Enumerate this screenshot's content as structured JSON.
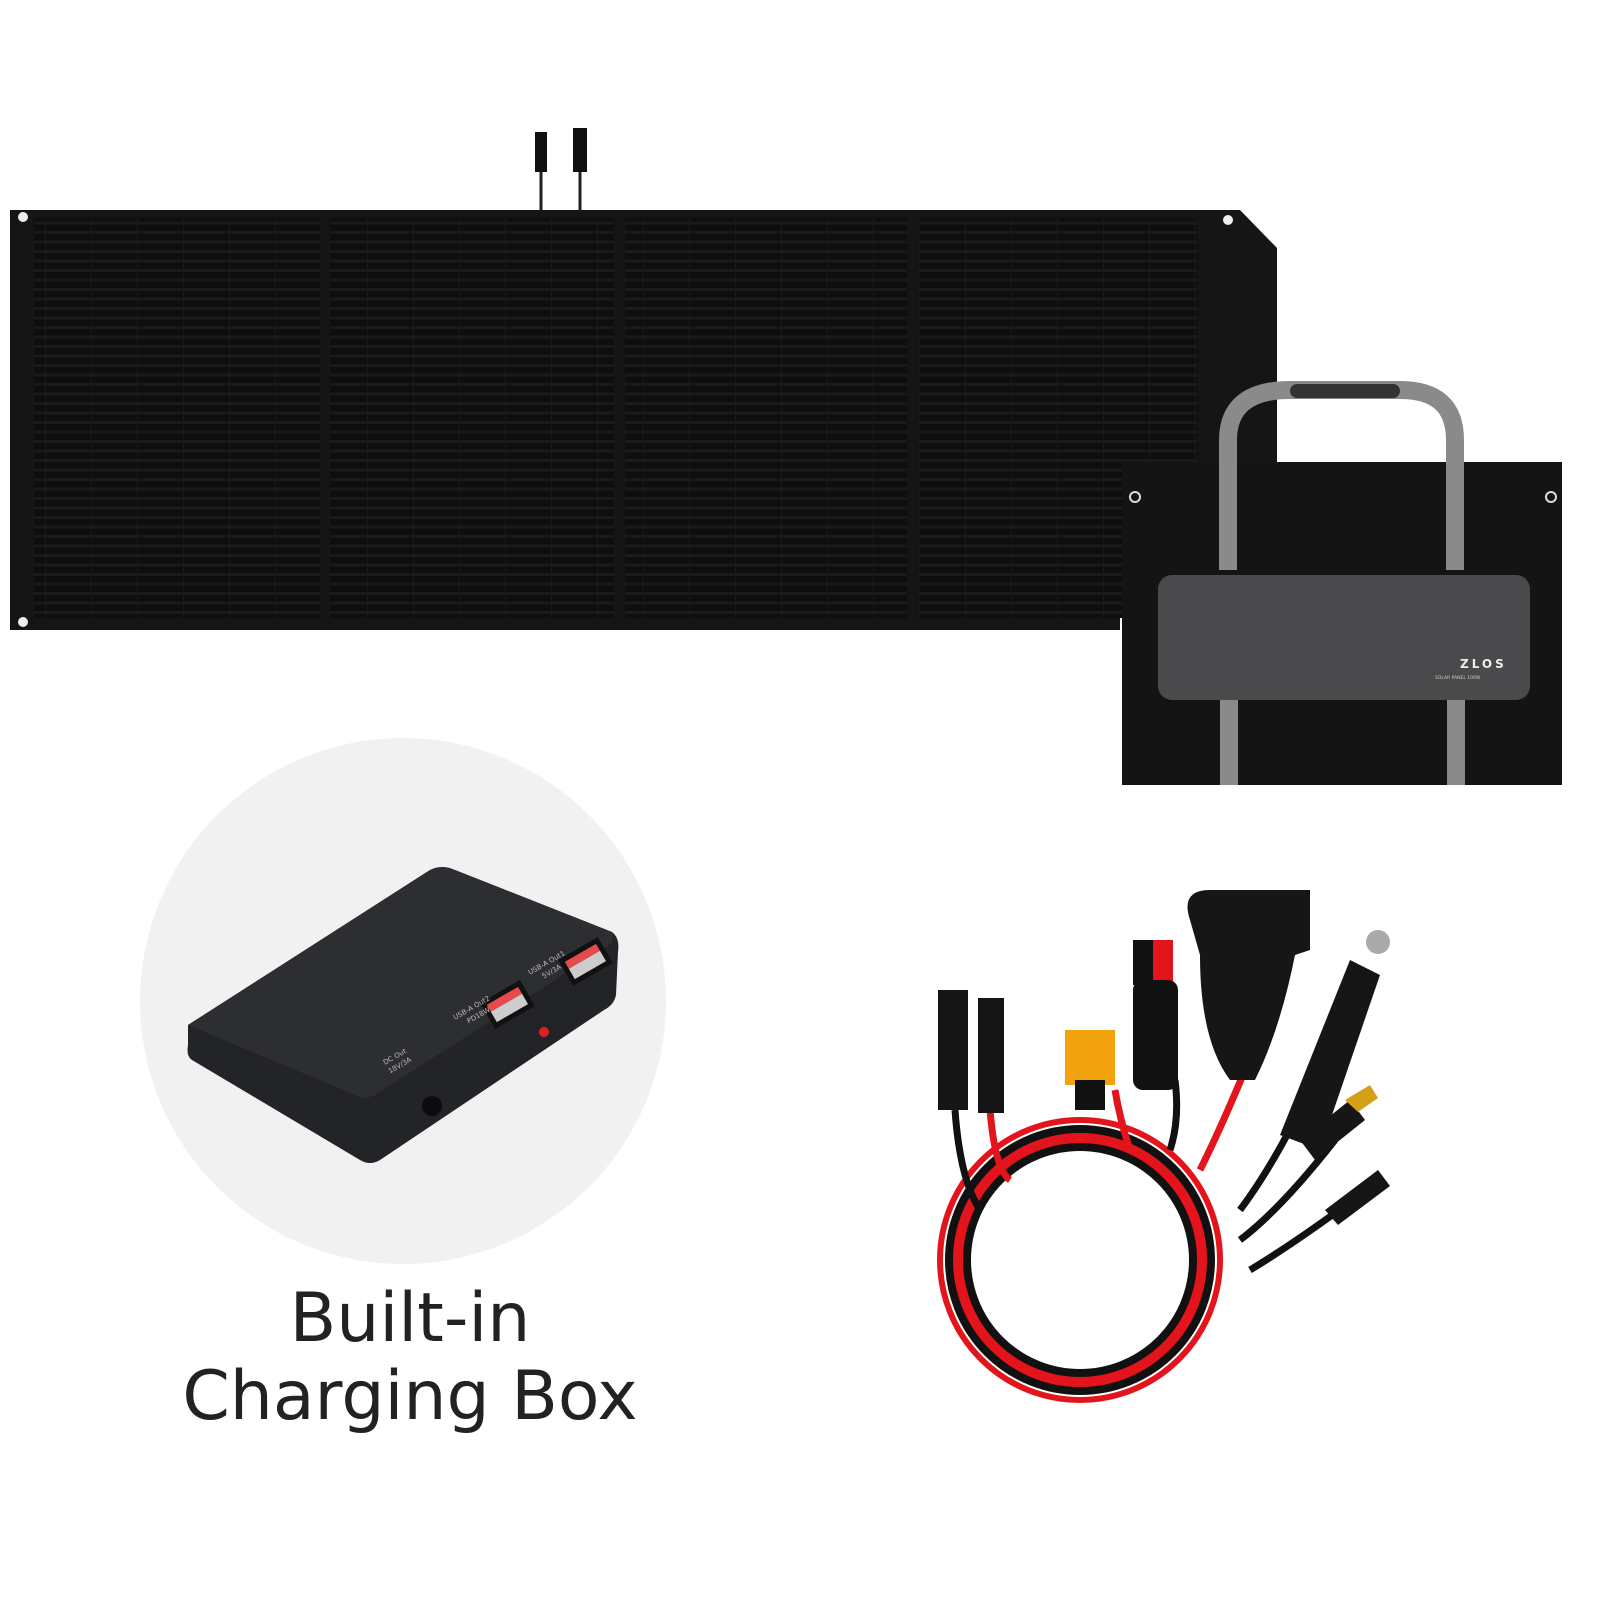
{
  "caption": {
    "line1": "Built-in",
    "line2": "Charging Box"
  },
  "bag": {
    "brand": "ZLOS",
    "subtitle": "SOLAR PANEL 100W"
  },
  "charging_box": {
    "ports": [
      {
        "label": "DC Out",
        "spec": "18V/3A"
      },
      {
        "label": "USB-A Out2",
        "spec": "PD18W"
      },
      {
        "label": "USB-A Out1",
        "spec": "5V/3A"
      }
    ]
  },
  "colors": {
    "panel": "#161616",
    "strap": "#8a8a8a",
    "cable_red": "#e3141b",
    "circle_bg": "#f1f1f1"
  }
}
